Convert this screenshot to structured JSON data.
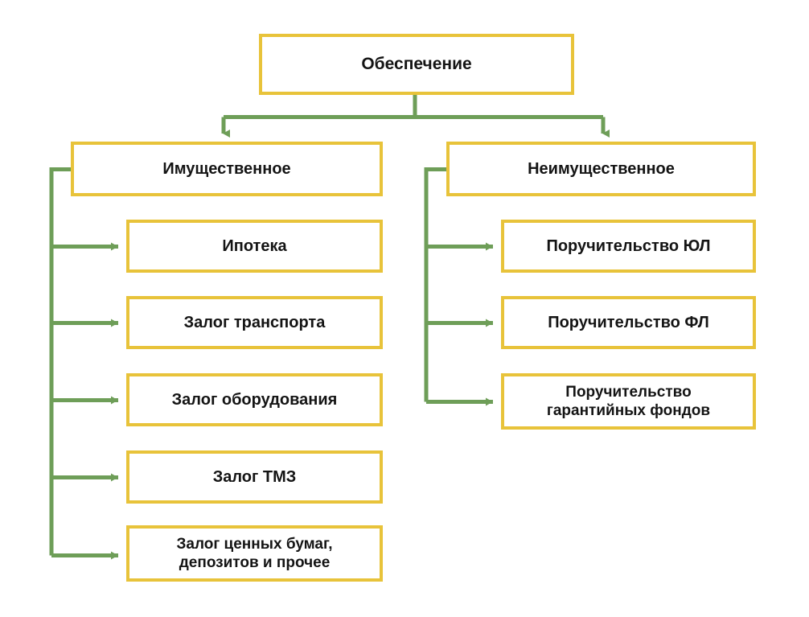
{
  "diagram": {
    "title": "Обеспечение",
    "type": "hierarchy-tree",
    "colors": {
      "box_border": "#e8c33a",
      "box_fill": "#ffffff",
      "connector": "#6e9e58",
      "text": "#141414",
      "background": "#ffffff"
    },
    "root": {
      "id": "root",
      "label": "Обеспечение"
    },
    "branches": [
      {
        "id": "property",
        "label": "Имущественное",
        "children": [
          {
            "id": "mortgage",
            "label": "Ипотека"
          },
          {
            "id": "transport",
            "label": "Залог транспорта"
          },
          {
            "id": "equipment",
            "label": "Залог оборудования"
          },
          {
            "id": "tmz",
            "label": "Залог ТМЗ"
          },
          {
            "id": "securities",
            "label": "Залог ценных бумаг,\nдепозитов и прочее"
          }
        ]
      },
      {
        "id": "non-property",
        "label": "Неимущественное",
        "children": [
          {
            "id": "guarantee-legal",
            "label": "Поручительство ЮЛ"
          },
          {
            "id": "guarantee-natural",
            "label": "Поручительство ФЛ"
          },
          {
            "id": "guarantee-funds",
            "label": "Поручительство\nгарантийных фондов"
          }
        ]
      }
    ]
  }
}
